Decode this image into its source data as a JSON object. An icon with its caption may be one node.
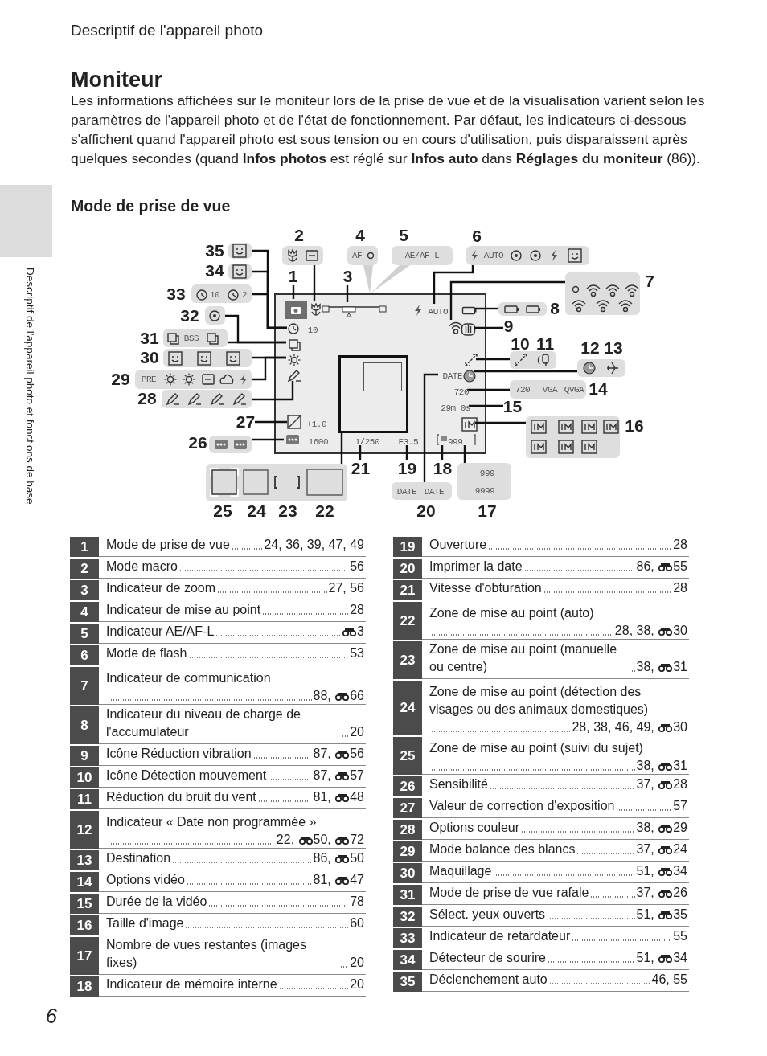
{
  "diagram": {
    "title": "Moniteur",
    "nodes": [
      {
        "text": [],
        "shape": "box"
      },
      {
        "text": [],
        "shape": "box"
      },
      {
        "text": [],
        "shape": "icon",
        "in": 1
      },
      {
        "text": [],
        "shape": "icon",
        "in": 1
      },
      {
        "text": [],
        "shape": "bar",
        "in": 1
      },
      {
        "text": [
          "AUTO"
        ],
        "in": 1
      },
      {
        "text": [],
        "shape": "box",
        "in": 1
      },
      {
        "text": [],
        "shape": "icon",
        "in": 1
      },
      {
        "text": [],
        "shape": "icon",
        "in": 1
      },
      {
        "text": [
          "10"
        ],
        "in": 1
      },
      {
        "text": [],
        "shape": "box",
        "in": 1
      },
      {
        "text": [],
        "shape": "icon",
        "in": 1
      },
      {
        "text": [],
        "shape": "icon",
        "in": 1
      },
      {
        "text": [],
        "shape": "icon",
        "in": 1
      },
      {
        "text": [
          "DATE"
        ],
        "in": 1
      },
      {
        "text": [],
        "shape": "icon",
        "in": 1
      },
      {
        "text": [
          "720"
        ],
        "in": 1
      },
      {
        "text": [
          "29m 0s"
        ],
        "in": 1
      },
      {
        "text": [],
        "shape": "icon",
        "in": 1
      },
      {
        "text": [
          "+1.0"
        ],
        "in": 1
      },
      {
        "text": [
          "1600"
        ],
        "in": 1
      },
      {
        "text": [
          "1/250"
        ],
        "in": 1
      },
      {
        "text": [
          "F3.5"
        ],
        "in": 1
      },
      {
        "text": [
          "999"
        ],
        "in": 1
      },
      {
        "text": [],
        "shape": "box",
        "in": 1
      },
      {
        "text": [],
        "shape": "box"
      },
      {
        "text": [],
        "shape": "box"
      },
      {
        "text": [
          "10",
          "2"
        ]
      },
      {
        "text": [],
        "shape": "box"
      },
      {
        "text": [
          "BSS"
        ]
      },
      {
        "text": [],
        "shape": "box"
      },
      {
        "text": [
          "PRE"
        ]
      },
      {
        "text": [],
        "shape": "box"
      },
      {
        "text": [],
        "shape": "box"
      },
      {
        "text": [],
        "shape": "box"
      },
      {
        "text": [],
        "shape": "box"
      },
      {
        "text": [
          "AUTO"
        ]
      },
      {
        "text": [],
        "shape": "box"
      },
      {
        "text": [],
        "shape": "box"
      },
      {
        "text": [],
        "shape": "box"
      },
      {
        "text": [],
        "shape": "box"
      },
      {
        "text": [
          "720",
          "VGA",
          "QVGA"
        ]
      },
      {
        "text": [],
        "shape": "box"
      },
      {
        "text": [
          "DATE",
          "DATE"
        ]
      },
      {
        "text": [
          "999",
          "9999"
        ]
      },
      {
        "text": [
          "1"
        ]
      },
      {
        "text": [
          "3"
        ]
      },
      {
        "text": [
          "9"
        ]
      },
      {
        "text": [
          "15"
        ]
      },
      {
        "text": [
          "27"
        ]
      },
      {
        "text": [
          "21"
        ]
      },
      {
        "text": [
          "19"
        ]
      },
      {
        "text": [
          "18"
        ]
      },
      {
        "text": [
          "AF"
        ]
      },
      {
        "text": [
          "AE/AF-L"
        ]
      }
    ],
    "edges": [
      {
        "from": 25,
        "to": 9,
        "arrow": "none"
      },
      {
        "from": 26,
        "to": 9,
        "arrow": "none"
      },
      {
        "from": 27,
        "to": 9,
        "arrow": "none"
      },
      {
        "from": 28,
        "to": 10,
        "arrow": "none"
      },
      {
        "from": 29,
        "to": 10,
        "arrow": "none"
      },
      {
        "from": 30,
        "to": 11,
        "arrow": "none"
      },
      {
        "from": 31,
        "to": 11,
        "arrow": "none"
      },
      {
        "from": 32,
        "to": 12,
        "arrow": "none"
      },
      {
        "from": 33,
        "to": 20,
        "arrow": "none"
      },
      {
        "from": 34,
        "to": 24,
        "arrow": "none"
      },
      {
        "from": 35,
        "to": 3,
        "arrow": "none"
      },
      {
        "from": 45,
        "to": 2,
        "arrow": "none"
      },
      {
        "from": 46,
        "to": 4,
        "arrow": "none"
      },
      {
        "from": 53,
        "to": 1,
        "arrow": "none"
      },
      {
        "from": 54,
        "to": 1,
        "arrow": "none"
      },
      {
        "from": 36,
        "to": 5,
        "arrow": "none"
      },
      {
        "from": 37,
        "to": 7,
        "arrow": "none"
      },
      {
        "from": 38,
        "to": 6,
        "arrow": "none"
      },
      {
        "from": 47,
        "to": 8,
        "arrow": "none"
      },
      {
        "from": 39,
        "to": 13,
        "arrow": "none"
      },
      {
        "from": 40,
        "to": 15,
        "arrow": "none"
      },
      {
        "from": 43,
        "to": 14,
        "arrow": "none"
      },
      {
        "from": 41,
        "to": 16,
        "arrow": "none"
      },
      {
        "from": 48,
        "to": 17,
        "arrow": "none"
      },
      {
        "from": 42,
        "to": 18,
        "arrow": "none"
      },
      {
        "from": 49,
        "to": 19,
        "arrow": "none"
      },
      {
        "from": 50,
        "to": 21,
        "arrow": "none"
      },
      {
        "from": 51,
        "to": 22,
        "arrow": "none"
      },
      {
        "from": 52,
        "to": 23,
        "arrow": "none"
      },
      {
        "from": 44,
        "to": 23,
        "arrow": "none"
      }
    ],
    "labels": [
      "Descriptif de l'appareil photo",
      "Les informations affichées sur le moniteur lors de la prise de vue et de la visualisation varient selon les paramètres de l'appareil photo et de l'état de fonctionnement. Par défaut, les indicateurs ci-dessous s'affichent quand l'appareil photo est sous tension ou en cours d'utilisation, puis disparaissent après quelques secondes (quand **Infos photos** est réglé sur **Infos auto** dans **Réglages du moniteur** (86)).",
      "Mode de prise de vue",
      "2",
      "4",
      "5",
      "6",
      "35",
      "34",
      "7",
      "33",
      "8",
      "32",
      "31",
      "10",
      "11",
      "12",
      "13",
      "30",
      "29",
      "14",
      "28",
      "16",
      "26",
      "25",
      "24",
      "23",
      "22",
      "20",
      "17",
      "Descriptif de l'appareil photo et fonctions de base",
      "1",
      "Mode de prise de vue",
      "24, 36, 39, 47, 49",
      "2",
      "Mode macro",
      "56",
      "3",
      "Indicateur de zoom",
      "27, 56",
      "4",
      "Indicateur de mise au point",
      "28",
      "5",
      "Indicateur AE/AF-L",
      "3",
      "6",
      "Mode de flash",
      "53",
      "7",
      "Indicateur de communication",
      "88, 66",
      "8",
      "Indicateur du niveau de charge de l'accumulateur",
      "20",
      "9",
      "Icône Réduction vibration",
      "87, 56",
      "10",
      "Icône Détection mouvement",
      "87, 57",
      "11",
      "Réduction du bruit du vent",
      "81, 48",
      "12",
      "Indicateur « Date non programmée »",
      "22, 50, 72",
      "13",
      "Destination",
      "86, 50",
      "14",
      "Options vidéo",
      "81, 47",
      "15",
      "Durée de la vidéo",
      "78",
      "16",
      "Taille d'image",
      "60",
      "17",
      "Nombre de vues restantes (images fixes)",
      "20",
      "18",
      "Indicateur de mémoire interne",
      "20",
      "19",
      "Ouverture",
      "28",
      "20",
      "Imprimer la date",
      "86, 55",
      "21",
      "Vitesse d'obturation",
      "28",
      "22",
      "Zone de mise au point (auto)",
      "28, 38, 30",
      "23",
      "Zone de mise au point (manuelle ou centre)",
      "38, 31",
      "24",
      "Zone de mise au point (détection des visages ou des animaux domestiques)",
      "28, 38, 46, 49, 30",
      "25",
      "Zone de mise au point (suivi du sujet)",
      "38, 31",
      "26",
      "Sensibilité",
      "37, 28",
      "27",
      "Valeur de correction d'exposition",
      "57",
      "28",
      "Options couleur",
      "38, 29",
      "29",
      "Mode balance des blancs",
      "37, 24",
      "30",
      "Maquillage",
      "51, 34",
      "31",
      "Mode de prise de vue rafale",
      "37, 26",
      "32",
      "Sélect. yeux ouverts",
      "51, 35",
      "33",
      "Indicateur de retardateur",
      "55",
      "34",
      "Détecteur de sourire",
      "51, 34",
      "35",
      "Déclenchement auto",
      "46, 55",
      "6"
    ]
  }
}
